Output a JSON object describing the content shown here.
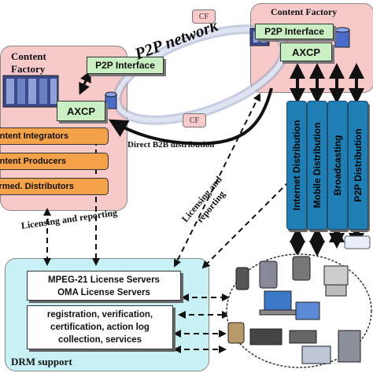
{
  "left_factory": {
    "title_line1": "Content",
    "title_line2": "Factory",
    "p2p_interface": "P2P Interface",
    "axcp": "AXCP",
    "roles": [
      "Content Integrators",
      "Content Producers",
      "Intermed. Distributors"
    ]
  },
  "right_factory": {
    "title": "Content Factory",
    "p2p_interface": "P2P Interface",
    "axcp": "AXCP"
  },
  "p2p_network": {
    "label": "P2P network",
    "cf_top": "CF",
    "cf_bottom": "CF"
  },
  "distribution_channels": [
    "Internet Distribution",
    "Mobile Distribution",
    "Broadcasting",
    "P2P Distribution"
  ],
  "links": {
    "direct_b2b": "Direct B2B distribution",
    "licensing_left": "Licensing and reporting",
    "licensing_diag_line1": "Licensing and",
    "licensing_diag_line2": "reporting"
  },
  "drm": {
    "servers_line1": "MPEG-21 License Servers",
    "servers_line2": "OMA License Servers",
    "services": [
      "registration, verification,",
      "certification, action log",
      "collection, services"
    ],
    "title": "DRM support"
  },
  "colors": {
    "factory_bg": "#f7c9c9",
    "drm_bg": "#c8f1f6",
    "green_box": "#c9efc2",
    "orange_box": "#f4a24a",
    "blue_bar": "#1f7fb5"
  }
}
